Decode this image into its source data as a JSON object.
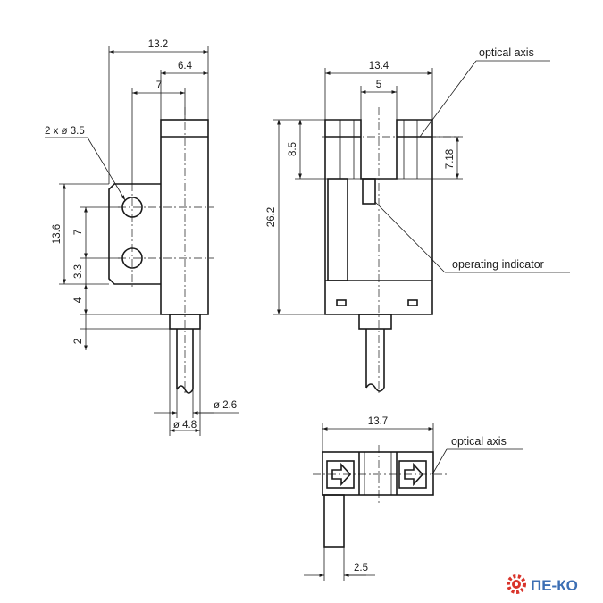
{
  "dimensions": {
    "width_total": "13.2",
    "width_body": "6.4",
    "hole_offset": "7",
    "holes": "2 x ø 3.5",
    "flange_height": "13.6",
    "hole_spacing": "7",
    "hole_to_edge": "3.3",
    "bottom_offset": "4",
    "cable_offset": "2",
    "cable_dia_inner": "ø 2.6",
    "cable_dia_outer": "ø 4.8",
    "front_width": "13.4",
    "slot_width": "5",
    "slot_depth": "8.5",
    "axis_height": "7.18",
    "total_height": "26.2",
    "top_width": "13.7",
    "top_tab": "2.5"
  },
  "labels": {
    "optical_axis_front": "optical axis",
    "operating_indicator": "operating indicator",
    "optical_axis_top": "optical axis"
  },
  "logo": {
    "text": "ПЕ-КО"
  },
  "colors": {
    "line": "#1a1a1a",
    "logo": "#3c6fb4",
    "gear": "#d9342b"
  }
}
